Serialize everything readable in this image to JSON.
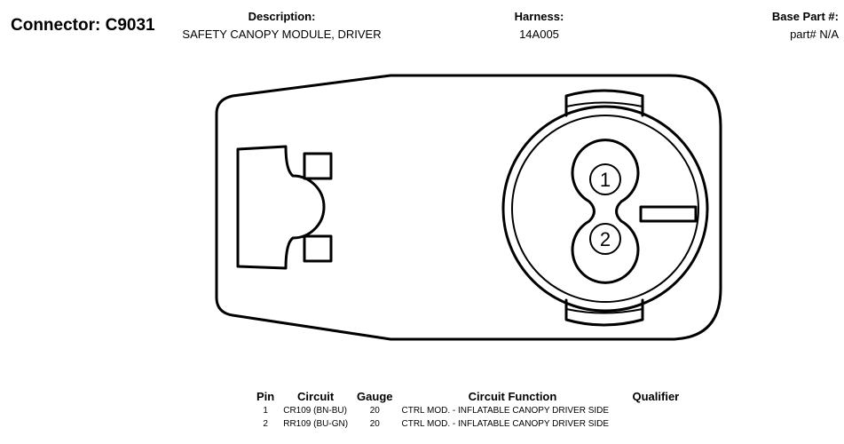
{
  "connector": {
    "title": "Connector: C9031"
  },
  "description": {
    "label": "Description:",
    "value": "SAFETY CANOPY MODULE, DRIVER"
  },
  "harness": {
    "label": "Harness:",
    "value": "14A005"
  },
  "base_part": {
    "label": "Base Part #:",
    "value": "part# N/A"
  },
  "diagram": {
    "pin_labels": [
      "1",
      "2"
    ]
  },
  "table": {
    "headers": {
      "pin": "Pin",
      "circuit": "Circuit",
      "gauge": "Gauge",
      "function": "Circuit Function",
      "qualifier": "Qualifier"
    },
    "rows": [
      {
        "pin": "1",
        "circuit": "CR109 (BN-BU)",
        "gauge": "20",
        "function": "CTRL MOD. - INFLATABLE CANOPY DRIVER SIDE",
        "qualifier": ""
      },
      {
        "pin": "2",
        "circuit": "RR109 (BU-GN)",
        "gauge": "20",
        "function": "CTRL MOD. - INFLATABLE CANOPY DRIVER SIDE",
        "qualifier": ""
      }
    ]
  }
}
